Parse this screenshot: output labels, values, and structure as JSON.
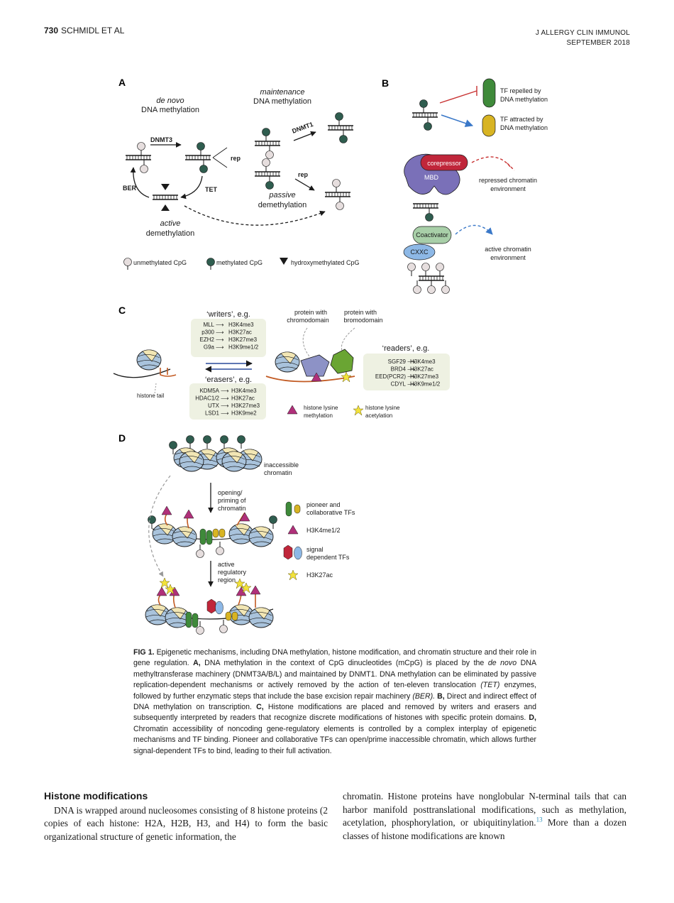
{
  "header": {
    "page_number": "730",
    "running_author": "SCHMIDL ET AL",
    "journal": "J ALLERGY CLIN IMMUNOL",
    "issue": "SEPTEMBER 2018"
  },
  "figure": {
    "panelA": {
      "letter": "A",
      "de_novo_1": "de novo",
      "de_novo_2": "DNA methylation",
      "maintenance_1": "maintenance",
      "maintenance_2": "DNA methylation",
      "dnmt3": "DNMT3",
      "dnmt1": "DNMT1",
      "rep1": "rep",
      "rep2": "rep",
      "ber": "BER",
      "tet": "TET",
      "passive_1": "passive",
      "passive_2": "demethylation",
      "active_1": "active",
      "active_2": "demethylation",
      "legend_unmethylated": "unmethylated CpG",
      "legend_methylated": "methylated CpG",
      "legend_hydroxy": "hydroxymethylated CpG"
    },
    "panelB": {
      "letter": "B",
      "tf_repelled_1": "TF repelled by",
      "tf_repelled_2": "DNA methylation",
      "tf_attracted_1": "TF attracted by",
      "tf_attracted_2": "DNA methylation",
      "corepressor": "corepressor",
      "mbd": "MBD",
      "repressed_1": "repressed chromatin",
      "repressed_2": "environment",
      "coactivator": "Coactivator",
      "cxxc": "CXXC",
      "active_1": "active chromatin",
      "active_2": "environment"
    },
    "panelC": {
      "letter": "C",
      "writers_title": "‘writers’, e.g.",
      "writers": [
        {
          "enzyme": "MLL",
          "mark": "H3K4me3"
        },
        {
          "enzyme": "p300",
          "mark": "H3K27ac"
        },
        {
          "enzyme": "EZH2",
          "mark": "H3K27me3"
        },
        {
          "enzyme": "G9a",
          "mark": "H3K9me1/2"
        }
      ],
      "erasers_title": "‘erasers’, e.g.",
      "erasers": [
        {
          "enzyme": "KDM5A",
          "mark": "H3K4me3"
        },
        {
          "enzyme": "HDAC1/2",
          "mark": "H3K27ac"
        },
        {
          "enzyme": "UTX",
          "mark": "H3K27me3"
        },
        {
          "enzyme": "LSD1",
          "mark": "H3K9me2"
        }
      ],
      "readers_title": "‘readers’, e.g.",
      "readers": [
        {
          "enzyme": "SGF29",
          "mark": "H3K4me3"
        },
        {
          "enzyme": "BRD4",
          "mark": "H3K27ac"
        },
        {
          "enzyme": "EED(PCR2)",
          "mark": "H3K27me3"
        },
        {
          "enzyme": "CDYL",
          "mark": "H3K9me1/2"
        }
      ],
      "chromodomain_1": "protein with",
      "chromodomain_2": "chromodomain",
      "bromodomain_1": "protein with",
      "bromodomain_2": "bromodomain",
      "histone_tail": "histone tail",
      "lysine_methylation_1": "histone lysine",
      "lysine_methylation_2": "methylation",
      "lysine_acetylation_1": "histone lysine",
      "lysine_acetylation_2": "acetylation"
    },
    "panelD": {
      "letter": "D",
      "inaccessible_1": "inaccessible",
      "inaccessible_2": "chromatin",
      "opening_1": "opening/",
      "opening_2": "priming of",
      "opening_3": "chromatin",
      "active_reg_1": "active",
      "active_reg_2": "regulatory",
      "active_reg_3": "region",
      "legend_pioneer_1": "pioneer and",
      "legend_pioneer_2": "collaborative TFs",
      "legend_h3k4": "H3K4me1/2",
      "legend_signal_1": "signal",
      "legend_signal_2": "dependent TFs",
      "legend_h3k27ac": "H3K27ac"
    },
    "colors": {
      "methylated": "#2f5d4f",
      "unmethylated": "#e6dede",
      "tf_green": "#3f8a3a",
      "tf_yellow": "#d8b423",
      "corepressor": "#c0263a",
      "mbd": "#7a70b8",
      "coactivator": "#a8cfa8",
      "cxxc": "#8db8e6",
      "writers_box": "#eef1e2",
      "nucleosome_blue": "#a9c3dc",
      "nucleosome_cream": "#f2e6b4",
      "h3k4_triangle": "#b0307a",
      "acetyl_star": "#f2e23a",
      "tail": "#c25a22",
      "blue_arrow": "#3a78c8",
      "red_inhibit": "#c83232"
    }
  },
  "caption": {
    "label": "FIG 1.",
    "text_1": " Epigenetic mechanisms, including DNA methylation, histone modification, and chromatin structure and their role in gene regulation. ",
    "A": "A,",
    "text_A1": " DNA methylation in the context of CpG dinucleotides (mCpG) is placed by the ",
    "text_A_ital1": "de novo",
    "text_A2": " DNA methyltransferase machinery (DNMT3A/B/L) and maintained by DNMT1. DNA methylation can be eliminated by passive replication-dependent mechanisms or actively removed by the action of ten-eleven translocation ",
    "text_A_ital2": "(TET)",
    "text_A3": " enzymes, followed by further enzymatic steps that include the base excision repair machinery ",
    "text_A_ital3": "(BER).",
    "B": " B,",
    "text_B": " Direct and indirect effect of DNA methylation on transcription. ",
    "C": "C,",
    "text_C": " Histone modifications are placed and removed by writers and erasers and subsequently interpreted by readers that recognize discrete modifications of histones with specific protein domains. ",
    "D": "D,",
    "text_D": " Chromatin accessibility of noncoding gene-regulatory elements is controlled by a complex interplay of epigenetic mechanisms and TF binding. Pioneer and collaborative TFs can open/prime inaccessible chromatin, which allows further signal-dependent TFs to bind, leading to their full activation."
  },
  "body": {
    "heading": "Histone modifications",
    "left_text": "DNA is wrapped around nucleosomes consisting of 8 histone proteins (2 copies of each histone: H2A, H2B, H3, and H4) to form the basic organizational structure of genetic information, the",
    "right_text": "chromatin. Histone proteins have nonglobular N-terminal tails that can harbor manifold posttranslational modifications, such as methylation, acetylation, phosphorylation, or ubiquitinylation.",
    "right_ref": "13",
    "right_text_2": " More than a dozen classes of histone modifications are known"
  }
}
